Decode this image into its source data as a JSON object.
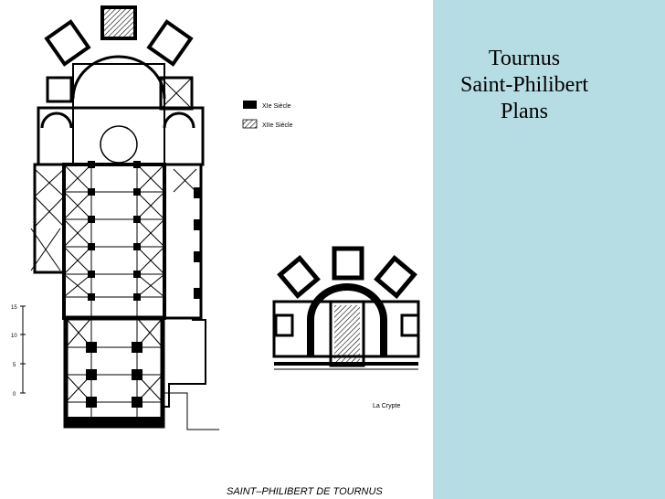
{
  "slide": {
    "title_lines": [
      "Tournus",
      "Saint-Philibert",
      "Plans"
    ],
    "side_color": "#b6dde3"
  },
  "plan": {
    "legend": [
      {
        "swatch": "solid",
        "label": "XIe Siècle"
      },
      {
        "swatch": "hatched",
        "label": "XIIe Siècle"
      }
    ],
    "crypt_label": "La Crypte",
    "caption": "SAINT–PHILIBERT DE TOURNUS",
    "scale_ticks": [
      "15",
      "10",
      "5",
      "0"
    ]
  }
}
